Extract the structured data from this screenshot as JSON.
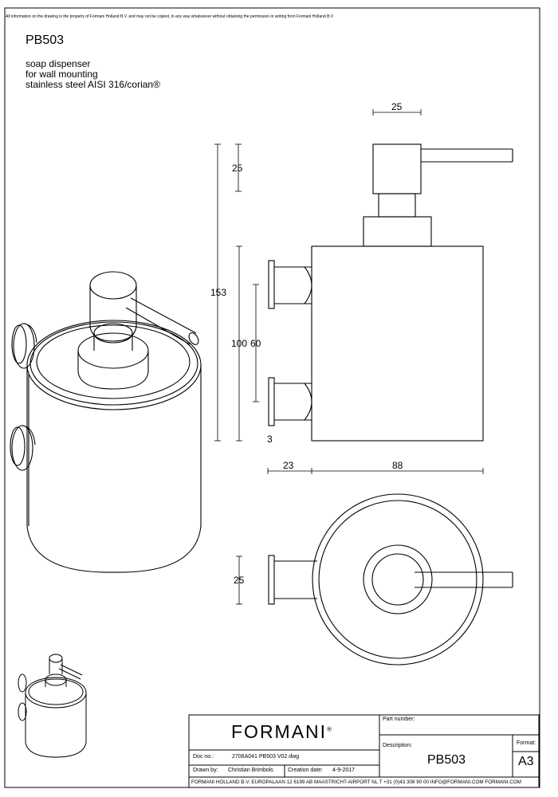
{
  "disclaimer": "All information on the drawing is the property of Formani Holland B.V. and may not be copied, in any way whatsoever without obtaining the permission in writing from Formani Holland B.V",
  "product_code": "PB503",
  "description_lines": [
    "soap dispenser",
    "for wall mounting",
    "stainless steel AISI 316/corian®"
  ],
  "dimensions": {
    "top_width": "25",
    "spout_height": "25",
    "total_height": "153",
    "body_height": "100",
    "mount_spacing": "60",
    "flange_thickness": "3",
    "wall_offset": "23",
    "body_diameter": "88",
    "rosette_diameter": "25"
  },
  "title_block": {
    "brand": "FORMANI",
    "brand_mark": "®",
    "part_number_label": "Part number:",
    "description_label": "Description:",
    "description_value": "PB503",
    "format_label": "Format:",
    "format_value": "A3",
    "doc_no_label": "Doc no.:",
    "doc_no_value": "2706A041 PB503 V02.dwg",
    "drawn_by_label": "Drawn by:",
    "drawn_by_value": "Christian Brimbols",
    "creation_date_label": "Creation date:",
    "creation_date_value": "4-9-2017",
    "footer": "FORMANI HOLLAND B.V.  EUROPALAAN 12  6199 AB MAASTRICHT-AIRPORT NL  T +31 (0)43 308 90 00 INFO@FORMANI.COM FORMANI.COM"
  }
}
